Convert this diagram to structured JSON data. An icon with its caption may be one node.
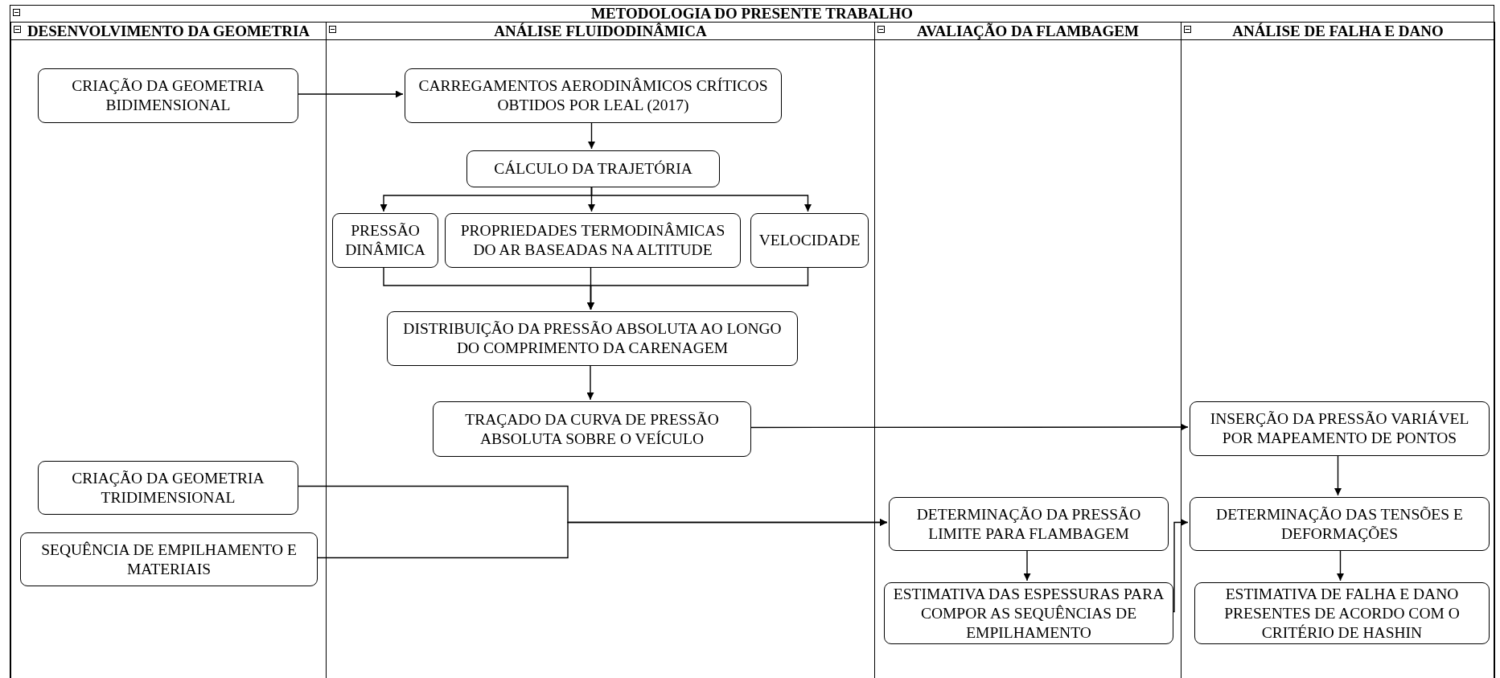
{
  "diagram": {
    "nodes": [
      {
        "text": [
          "METODOLOGIA DO PRESENTE TRABALHO"
        ]
      },
      {
        "text": [
          "DESENVOLVIMENTO DA GEOMETRIA"
        ],
        "in": 0
      },
      {
        "text": [
          "ANÁLISE FLUIDODINÂMICA"
        ],
        "in": 0
      },
      {
        "text": [
          "AVALIAÇÃO DA FLAMBAGEM"
        ],
        "in": 0
      },
      {
        "text": [
          "ANÁLISE DE FALHA E DANO"
        ],
        "in": 0
      },
      {
        "text": [
          "CRIAÇÃO DA  GEOMETRIA BIDIMENSIONAL"
        ],
        "in": 1
      },
      {
        "text": [
          "CARREGAMENTOS AERODINÂMICOS CRÍTICOS OBTIDOS POR LEAL (2017)"
        ],
        "in": 2
      },
      {
        "text": [
          "CÁLCULO DA TRAJETÓRIA"
        ],
        "in": 2
      },
      {
        "text": [
          "PRESSÃO DINÂMICA"
        ],
        "in": 2
      },
      {
        "text": [
          "PROPRIEDADES TERMODINÂMICAS DO AR BASEADAS NA ALTITUDE"
        ],
        "in": 2
      },
      {
        "text": [
          "VELOCIDADE"
        ],
        "in": 2
      },
      {
        "text": [
          "DISTRIBUIÇÃO DA PRESSÃO ABSOLUTA AO LONGO DO COMPRIMENTO DA CARENAGEM"
        ],
        "in": 2
      },
      {
        "text": [
          "TRAÇADO DA CURVA DE PRESSÃO ABSOLUTA SOBRE O VEÍCULO"
        ],
        "in": 2
      },
      {
        "text": [
          "CRIAÇÃO DA  GEOMETRIA TRIDIMENSIONAL"
        ],
        "in": 1
      },
      {
        "text": [
          "SEQUÊNCIA DE EMPILHAMENTO E MATERIAIS"
        ],
        "in": 1
      },
      {
        "text": [
          "DETERMINAÇÃO DA PRESSÃO LIMITE PARA FLAMBAGEM"
        ],
        "in": 3
      },
      {
        "text": [
          "ESTIMATIVA DAS ESPESSURAS PARA COMPOR AS SEQUÊNCIAS DE EMPILHAMENTO"
        ],
        "in": 3
      },
      {
        "text": [
          "INSERÇÃO DA PRESSÃO VARIÁVEL POR MAPEAMENTO DE PONTOS"
        ],
        "in": 4
      },
      {
        "text": [
          "DETERMINAÇÃO DAS TENSÕES E DEFORMAÇÕES"
        ],
        "in": 4
      },
      {
        "text": [
          "ESTIMATIVA DE FALHA E DANO PRESENTES DE ACORDO COM O CRITÉRIO DE HASHIN"
        ],
        "in": 4
      }
    ],
    "edges": [
      {
        "from": 5,
        "to": 6,
        "arrow": "to"
      },
      {
        "from": 6,
        "to": 7,
        "arrow": "to"
      },
      {
        "from": 7,
        "to": 8,
        "arrow": "to"
      },
      {
        "from": 7,
        "to": 9,
        "arrow": "to"
      },
      {
        "from": 7,
        "to": 10,
        "arrow": "to"
      },
      {
        "from": 8,
        "to": 11,
        "arrow": "to"
      },
      {
        "from": 9,
        "to": 11,
        "arrow": "to"
      },
      {
        "from": 10,
        "to": 11,
        "arrow": "to"
      },
      {
        "from": 11,
        "to": 12,
        "arrow": "to"
      },
      {
        "from": 12,
        "to": 17,
        "arrow": "to"
      },
      {
        "from": 13,
        "to": 15,
        "arrow": "to"
      },
      {
        "from": 14,
        "to": 15,
        "arrow": "to"
      },
      {
        "from": 15,
        "to": 16,
        "arrow": "to"
      },
      {
        "from": 16,
        "to": 18,
        "arrow": "to"
      },
      {
        "from": 17,
        "to": 18,
        "arrow": "to"
      },
      {
        "from": 18,
        "to": 19,
        "arrow": "to"
      }
    ]
  }
}
